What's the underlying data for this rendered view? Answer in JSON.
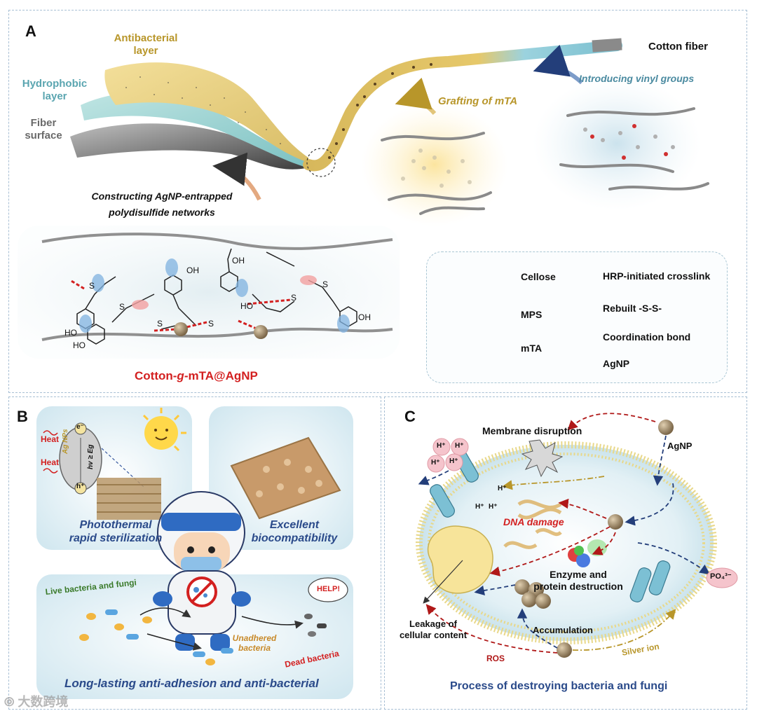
{
  "panel_a": {
    "letter": "A",
    "layers": {
      "antibacterial_1": "Antibacterial",
      "antibacterial_2": "layer",
      "hydrophobic_1": "Hydrophobic",
      "hydrophobic_2": "layer",
      "fiber_1": "Fiber",
      "fiber_2": "surface"
    },
    "cotton_fiber": "Cotton fiber",
    "step_vinyl": "Introducing vinyl groups",
    "step_mta": "Grafting of mTA",
    "step_agnp_1": "Constructing AgNP-entrapped",
    "step_agnp_2": "polydisulfide networks",
    "product_prefix": "Cotton-",
    "product_g": "g",
    "product_suffix": "-mTA@AgNP",
    "chem_labels": {
      "s": "S",
      "ho": "HO",
      "oh": "OH"
    },
    "legend": {
      "cellose": "Cellose",
      "mps": "MPS",
      "mta": "mTA",
      "hrp": "HRP-initiated crosslink",
      "ss": "Rebuilt -S-S-",
      "coord": "Coordination bond",
      "agnp": "AgNP"
    }
  },
  "panel_b": {
    "letter": "B",
    "heat1": "Heat",
    "heat2": "Heat",
    "electron": "e⁻",
    "hole": "h⁺",
    "ag_nps": "Ag NPs",
    "hv": "hv ≥ Eg",
    "photothermal_1": "Photothermal",
    "photothermal_2": "rapid sterilization",
    "biocompat_1": "Excellent",
    "biocompat_2": "biocompatibility",
    "live": "Live bacteria and fungi",
    "unadhered_1": "Unadhered",
    "unadhered_2": "bacteria",
    "dead": "Dead bacteria",
    "help": "HELP!",
    "caption": "Long-lasting anti-adhesion and anti-bacterial"
  },
  "panel_c": {
    "letter": "C",
    "membrane": "Membrane disruption",
    "agnp": "AgNP",
    "dna": "DNA damage",
    "enzyme_1": "Enzyme and",
    "enzyme_2": "protein destruction",
    "leakage_1": "Leakage of",
    "leakage_2": "cellular content",
    "accumulation": "Accumulation",
    "ros": "ROS",
    "silver_ion": "Silver ion",
    "po4": "PO₄³⁻",
    "hplus": "H⁺",
    "caption": "Process of destroying bacteria and fungi"
  },
  "watermark": "大数跨境",
  "colors": {
    "frame": "#a8bfd4",
    "gold": "#b8962a",
    "teal": "#5aa5b0",
    "red": "#d32020",
    "navy": "#233e7a",
    "dark_red": "#b01818"
  }
}
